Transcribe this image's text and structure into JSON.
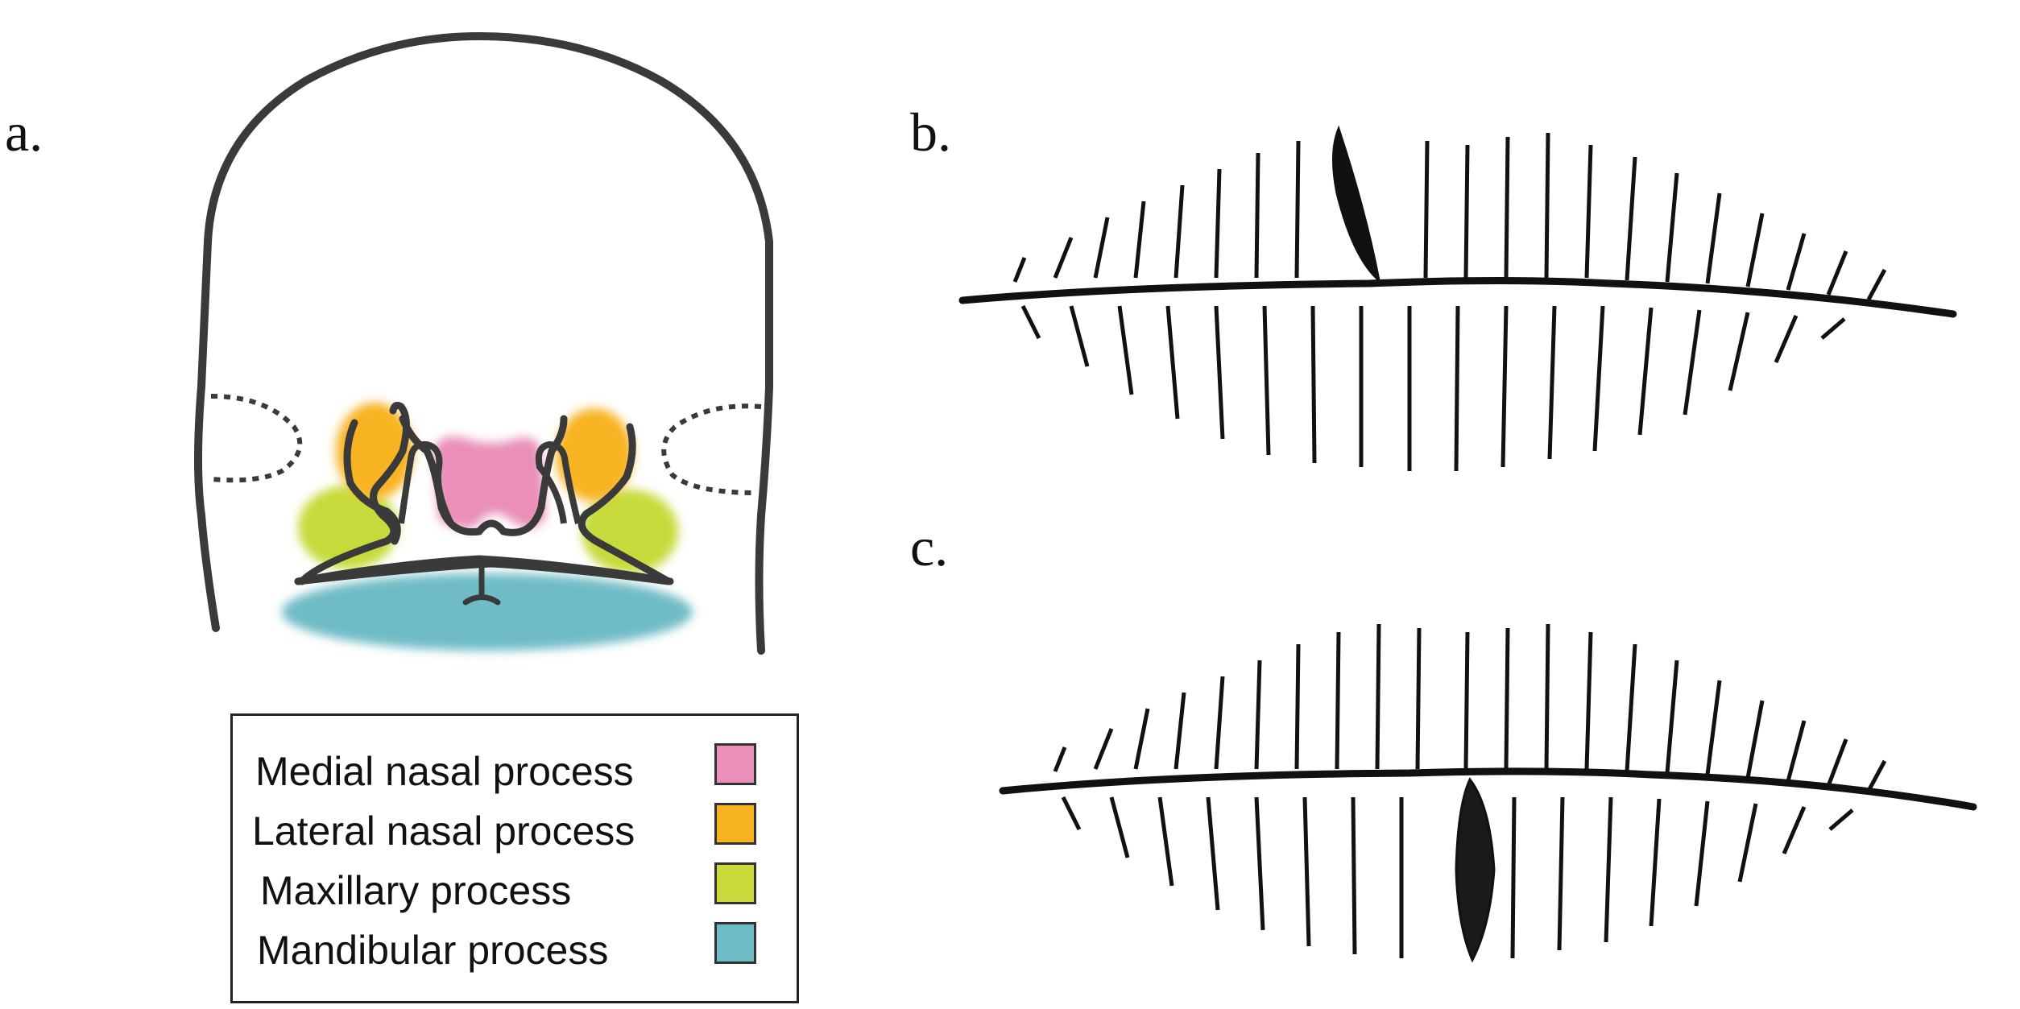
{
  "panels": {
    "a": "a.",
    "b": "b.",
    "c": "c."
  },
  "legend": {
    "items": [
      {
        "label": "Medial nasal process",
        "color": "#e98fb8"
      },
      {
        "label": "Lateral nasal process",
        "color": "#f8b320"
      },
      {
        "label": "Maxillary process",
        "color": "#c7da3a"
      },
      {
        "label": "Mandibular process",
        "color": "#6fbcc6"
      }
    ]
  },
  "colors": {
    "outline": "#3a3a3a",
    "ink": "#111111"
  }
}
